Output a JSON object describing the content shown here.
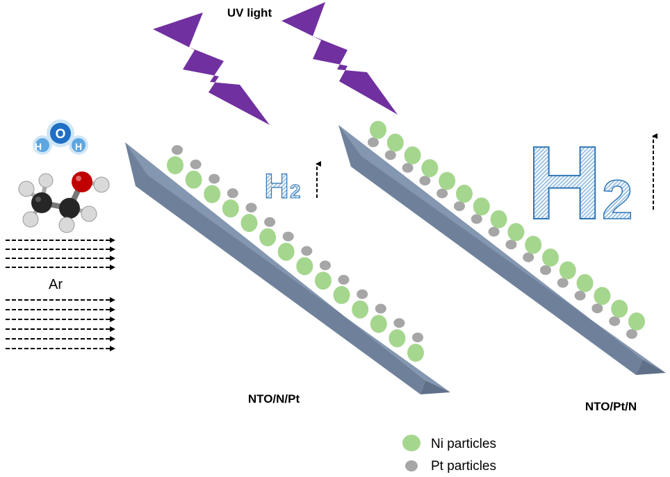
{
  "labels": {
    "uv_light": "UV light",
    "gas_label": "Ar",
    "left_sample": "NTO/N/Pt",
    "right_sample": "NTO/Pt/N",
    "h2_main": "H",
    "h2_sub": "2"
  },
  "water_molecule": {
    "center_atom": "O",
    "left_atom": "H",
    "right_atom": "H"
  },
  "legend": [
    {
      "label": "Ni particles",
      "color": "#a5d68e"
    },
    {
      "label": "Pt particles",
      "color": "#a6a6a6"
    }
  ],
  "colors": {
    "uv_bolt": "#7030a0",
    "rod_top": "#8497b0",
    "rod_side": "#6f819a",
    "rod_face": "#5f7088",
    "h2_fill": "#9dc3e6",
    "h2_stroke": "#2e75b6",
    "ni": "#a5d68e",
    "pt": "#a6a6a6"
  }
}
